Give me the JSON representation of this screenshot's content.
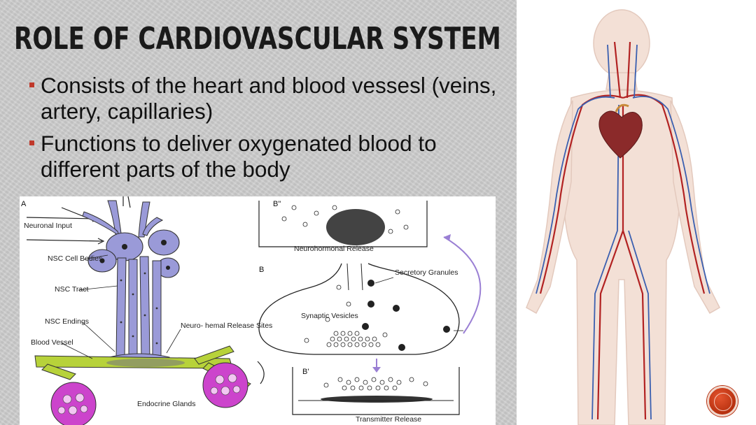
{
  "slide": {
    "title": "ROLE OF CARDIOVASCULAR SYSTEM",
    "bullets": [
      {
        "text": "Consists of the heart and blood vessesl (veins, artery, capillaries)"
      },
      {
        "text": "Functions to deliver oxygenated blood to different parts of the body"
      }
    ],
    "accent_color": "#c0392b"
  },
  "figure": {
    "panel_a": {
      "label": "A",
      "neuronal_input": "Neuronal Input",
      "nsc_cell_bodies": "NSC Cell Bodies",
      "nsc_tract": "NSC Tract",
      "nsc_endings": "NSC Endings",
      "blood_vessel": "Blood Vessel",
      "neurohemal_sites": "Neuro- hemal Release Sites",
      "endocrine_glands": "Endocrine Glands"
    },
    "panel_b2": {
      "label": "B\"",
      "caption": "Neurohormonal Release"
    },
    "panel_b": {
      "label": "B",
      "secretory_granules": "Secretory Granules",
      "synaptic_vesicles": "Synaptic Vesicles"
    },
    "panel_b1": {
      "label": "B'",
      "caption": "Transmitter Release"
    }
  },
  "nav": {
    "icon": "circle-nav-icon",
    "color": "#d9482a"
  }
}
